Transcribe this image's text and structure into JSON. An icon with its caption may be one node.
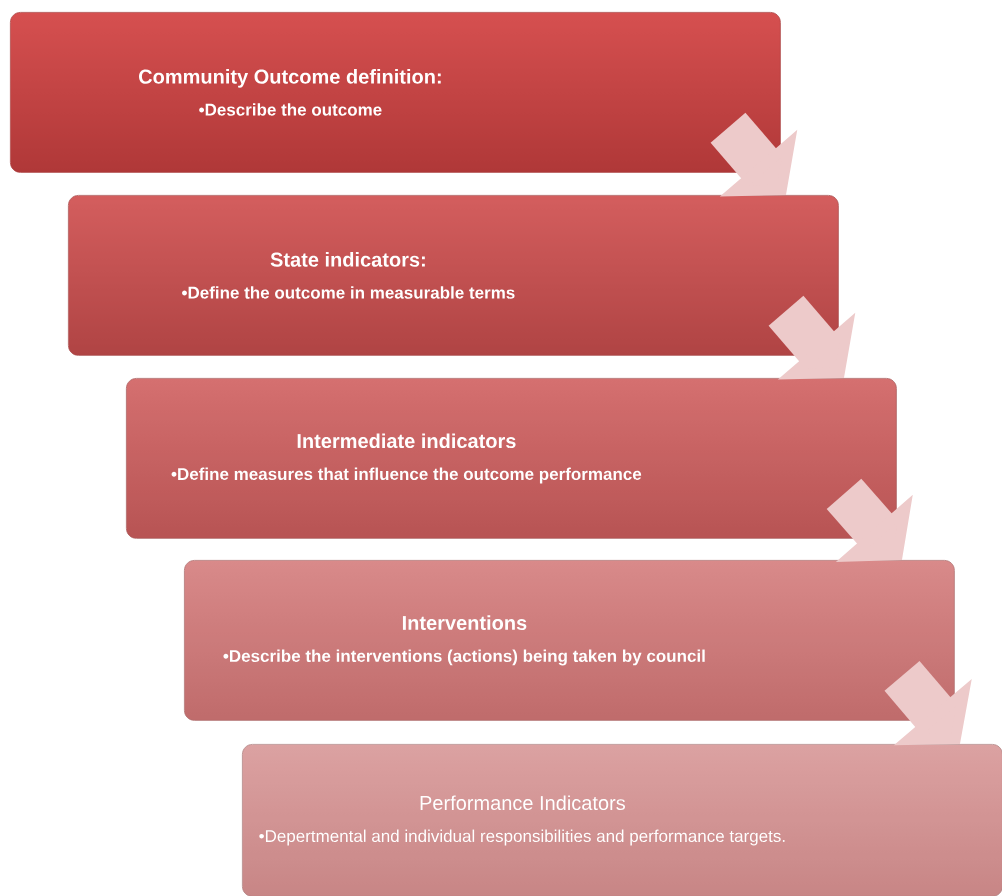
{
  "diagram": {
    "nodes": [
      {
        "text": [
          "Community Outcome definition:",
          "•Describe the outcome"
        ]
      },
      {
        "text": [
          "State indicators:",
          "•Define the outcome in measurable terms"
        ]
      },
      {
        "text": [
          "Intermediate indicators",
          "•Define measures that influence the outcome performance"
        ]
      },
      {
        "text": [
          "Interventions",
          "•Describe the interventions (actions) being taken by council"
        ]
      },
      {
        "text": [
          "Performance Indicators",
          "•Depertmental and individual responsibilities and performance targets."
        ]
      }
    ],
    "edges": [
      {
        "from": 0,
        "to": 1,
        "arrow": "to"
      },
      {
        "from": 1,
        "to": 2,
        "arrow": "to"
      },
      {
        "from": 2,
        "to": 3,
        "arrow": "to"
      },
      {
        "from": 3,
        "to": 4,
        "arrow": "to"
      }
    ]
  }
}
